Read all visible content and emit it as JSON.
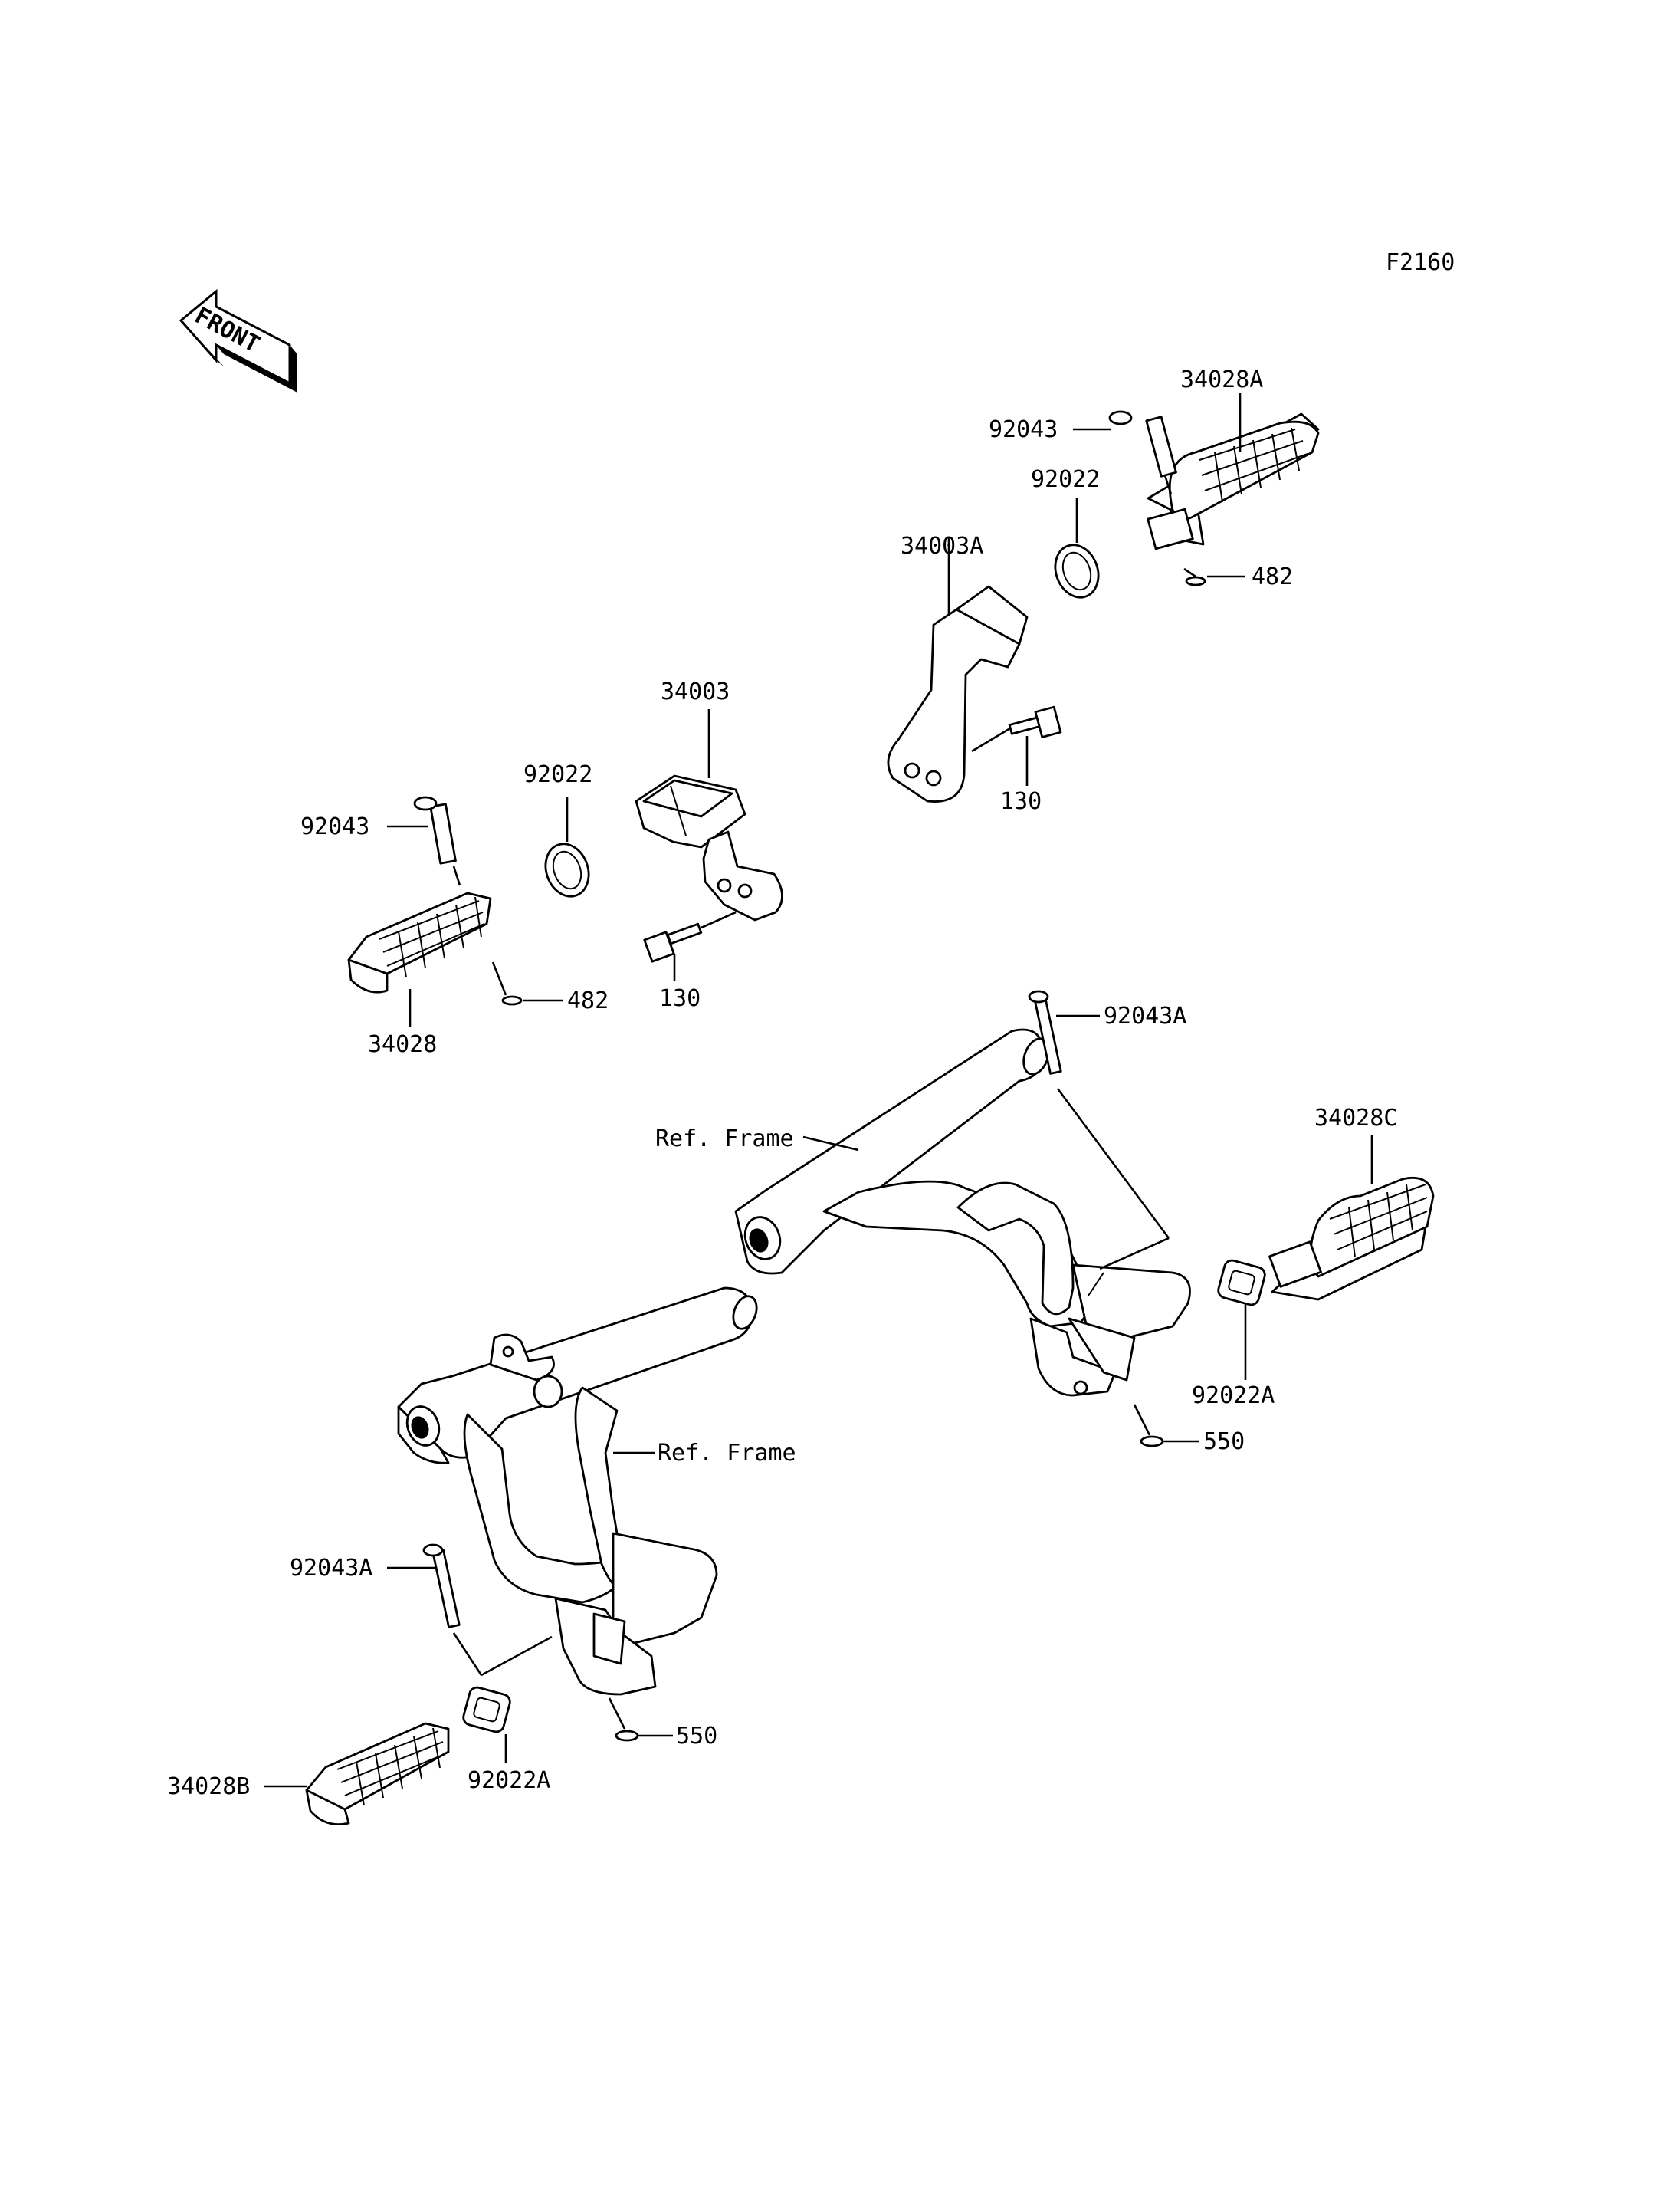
{
  "figure_code": "F2160",
  "front_badge": "FRONT",
  "ref_label": "Ref. Frame",
  "labels": {
    "p34028A": "34028A",
    "p92043_r": "92043",
    "p92022_r": "92022",
    "p34003A": "34003A",
    "p482_r": "482",
    "p130_r": "130",
    "p34003": "34003",
    "p92022_l": "92022",
    "p92043_l": "92043",
    "p130_l": "130",
    "p482_l": "482",
    "p34028": "34028",
    "p92043A_r": "92043A",
    "p34028C": "34028C",
    "p92022A_r": "92022A",
    "p550_r": "550",
    "p92043A_l": "92043A",
    "p550_l": "550",
    "p92022A_l": "92022A",
    "p34028B": "34028B"
  },
  "icons": {
    "front_arrow": "front-arrow-icon",
    "footpeg": "footpeg-icon",
    "bracket": "bracket-icon",
    "pin": "clevis-pin-icon",
    "washer": "washer-icon",
    "bolt": "bolt-icon",
    "cotter": "cotter-pin-icon",
    "frame": "frame-icon"
  }
}
